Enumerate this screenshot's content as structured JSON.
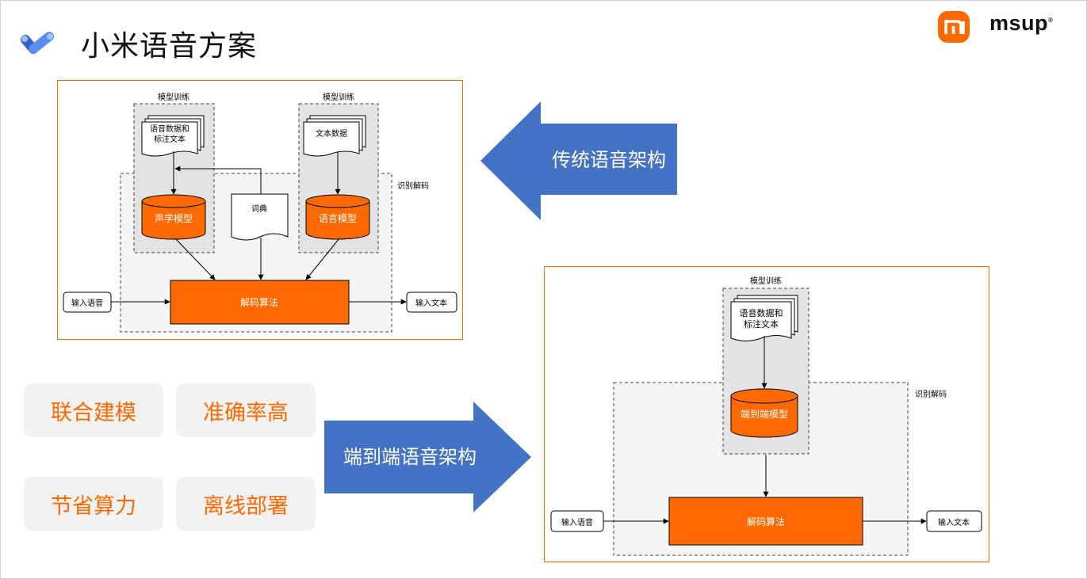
{
  "slide": {
    "title": "小米语音方案"
  },
  "brand": {
    "mi_logo": "mi",
    "msup": "msup",
    "registered": "®",
    "accent": "#ff6900",
    "arrow_color": "#4472c4"
  },
  "traditional": {
    "training_label_1": "模型训练",
    "training_label_2": "模型训练",
    "speech_data_line1": "语音数据和",
    "speech_data_line2": "标注文本",
    "text_data": "文本数据",
    "acoustic_model": "声学模型",
    "dictionary": "词典",
    "language_model": "语言模型",
    "decode_region": "识别解码",
    "decoder": "解码算法",
    "input_speech": "输入语音",
    "output_text": "输入文本",
    "arrow_label": "传统语音架构"
  },
  "end_to_end": {
    "training_label": "模型训练",
    "speech_data_line1": "语音数据和",
    "speech_data_line2": "标注文本",
    "e2e_model": "端到端模型",
    "decode_region": "识别解码",
    "decoder": "解码算法",
    "input_speech": "输入语音",
    "output_text": "输入文本",
    "arrow_label": "端到端语音架构"
  },
  "advantages": [
    "联合建模",
    "准确率高",
    "节省算力",
    "离线部署"
  ]
}
